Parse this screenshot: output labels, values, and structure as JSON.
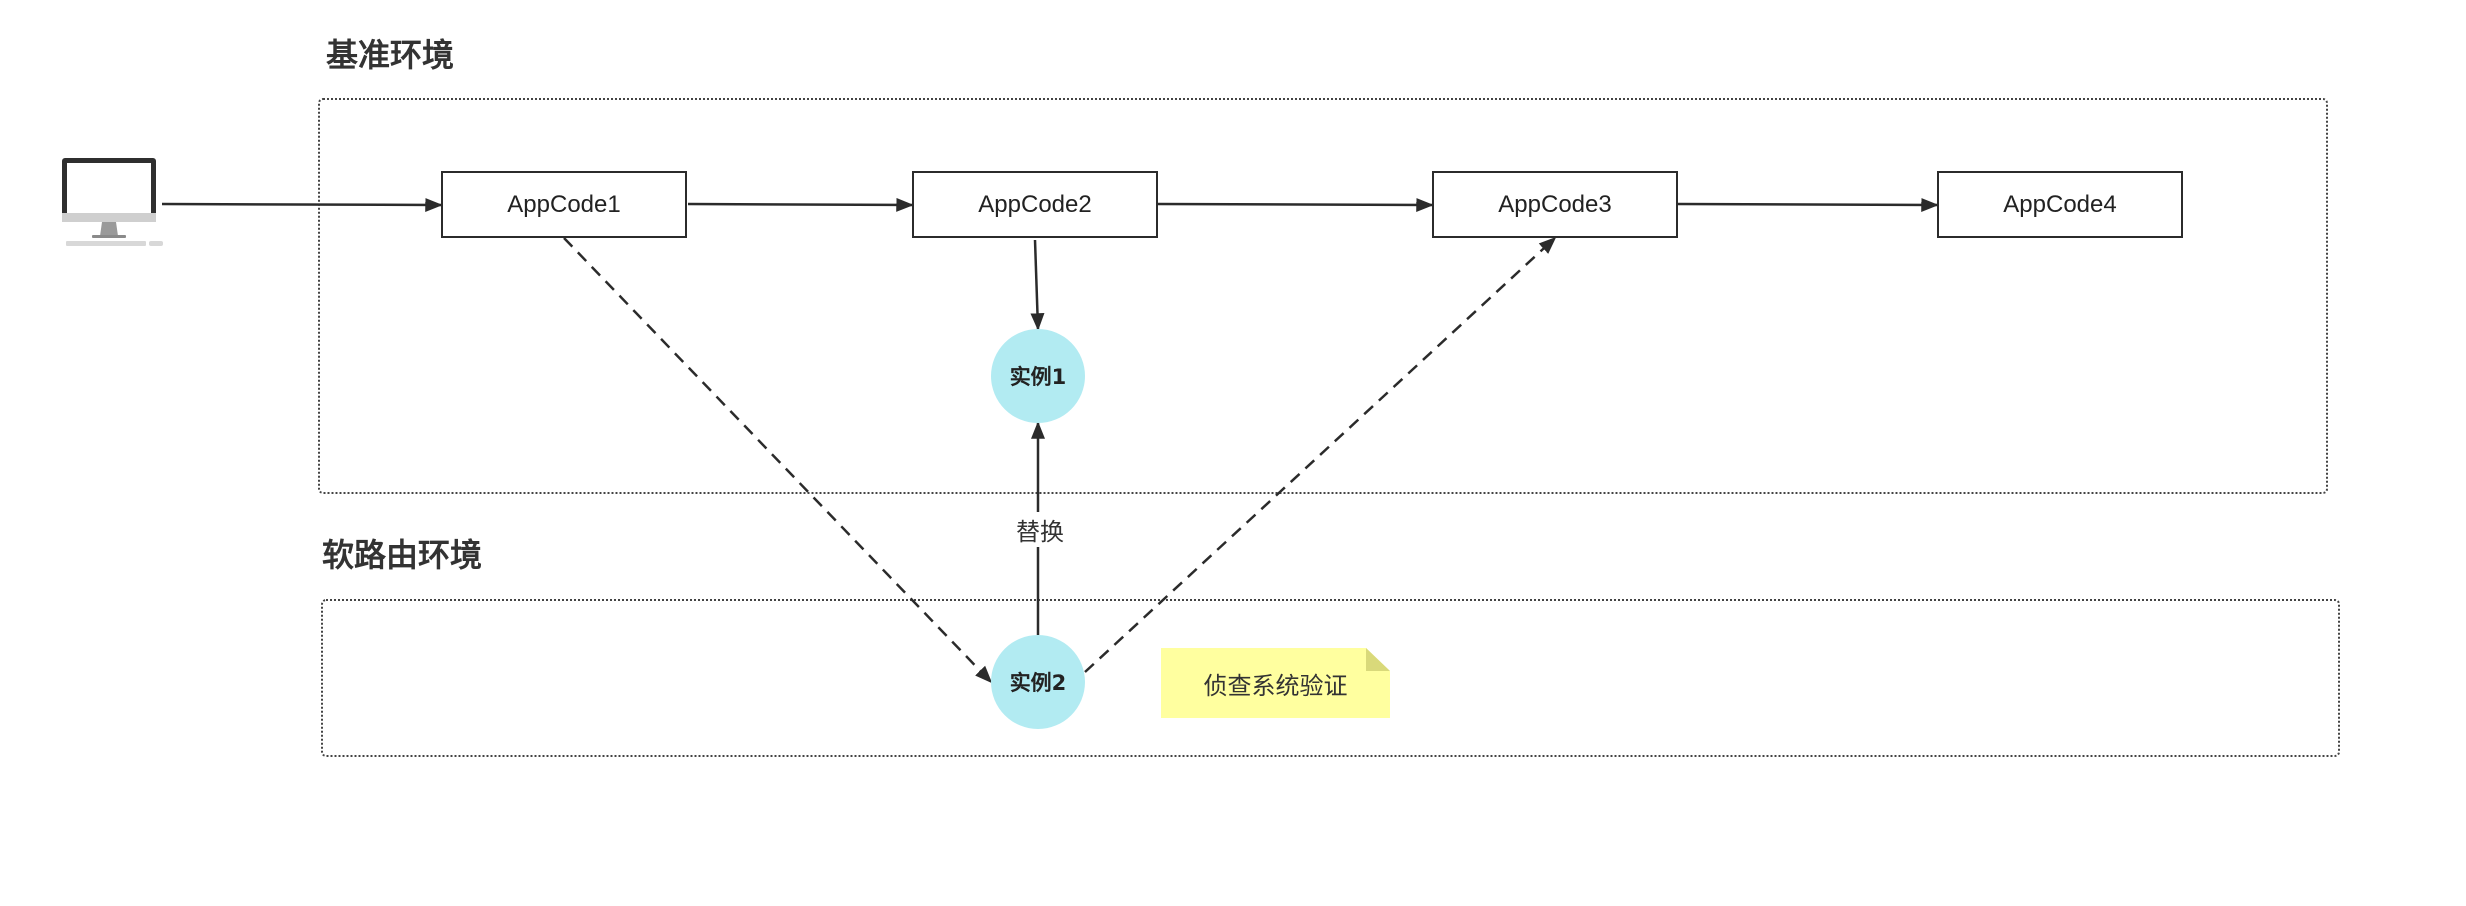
{
  "environments": {
    "base_title": "基准环境",
    "soft_route_title": "软路由环境"
  },
  "services": [
    {
      "label": "AppCode1"
    },
    {
      "label": "AppCode2"
    },
    {
      "label": "AppCode3"
    },
    {
      "label": "AppCode4"
    }
  ],
  "instances": [
    {
      "label": "实例1"
    },
    {
      "label": "实例2"
    }
  ],
  "edges": {
    "replace_label": "替换"
  },
  "note": {
    "text": "侦查系统验证",
    "color": "#ffff9f"
  },
  "client": {
    "icon": "desktop-computer-icon"
  },
  "colors": {
    "instance_fill": "#b2ebf2",
    "line": "#2b2b2b",
    "note_fill": "#ffff9f"
  }
}
